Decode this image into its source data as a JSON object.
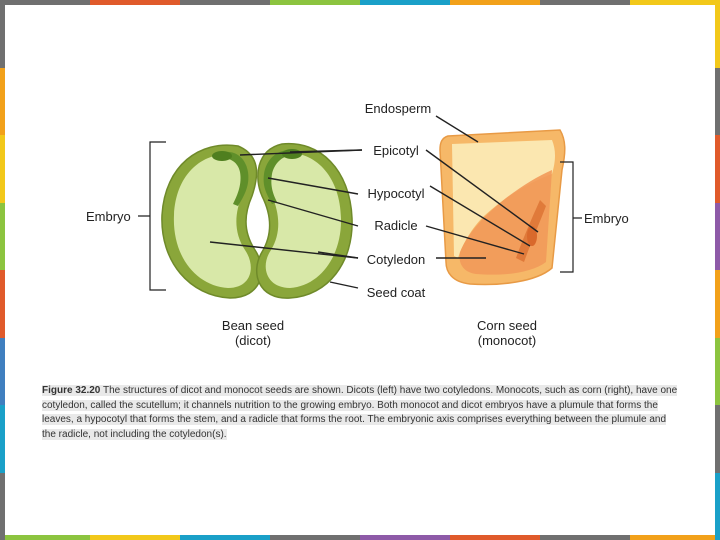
{
  "frame": {
    "colors": [
      "#f2a11a",
      "#8cc43f",
      "#e05a2b",
      "#1aa0c8",
      "#8e5aa8",
      "#f2c81a",
      "#707070",
      "#3f7fbf"
    ]
  },
  "diagram": {
    "labels": {
      "endosperm": "Endosperm",
      "epicotyl": "Epicotyl",
      "hypocotyl": "Hypocotyl",
      "radicle": "Radicle",
      "cotyledon": "Cotyledon",
      "seed_coat": "Seed coat",
      "embryo_left": "Embryo",
      "embryo_right": "Embryo"
    },
    "bean_seed": {
      "line1": "Bean seed",
      "line2": "(dicot)"
    },
    "corn_seed": {
      "line1": "Corn seed",
      "line2": "(monocot)"
    },
    "colors": {
      "bean_coat": "#8aa63a",
      "bean_cotyledon": "#d8e8a8",
      "corn_coat": "#f6b868",
      "corn_endosperm": "#fbe7b0",
      "corn_embryo": "#f29a5a"
    }
  },
  "caption": {
    "figure_label": "Figure 32.20",
    "text": " The structures of dicot and monocot seeds are shown. Dicots (left) have two cotyledons. Monocots, such as corn (right), have one cotyledon, called the scutellum; it channels nutrition to the growing embryo. Both monocot and dicot embryos have a plumule that forms the leaves, a hypocotyl that forms the stem, and a radicle that forms the root. The embryonic axis comprises everything between the plumule and the radicle, not including the cotyledon(s)."
  }
}
